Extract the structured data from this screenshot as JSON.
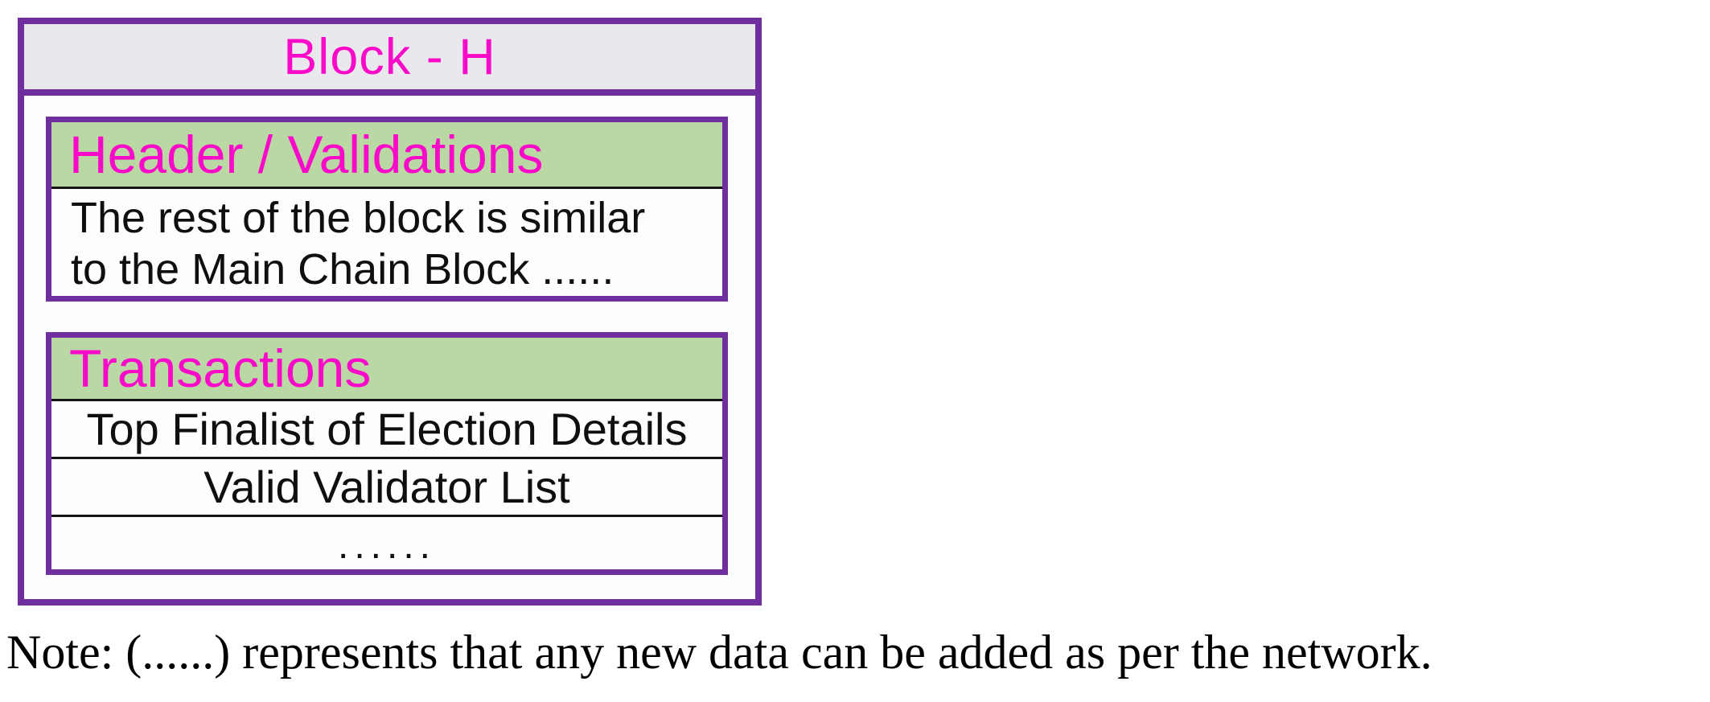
{
  "colors": {
    "purple": "#6f2f9e",
    "green": "#b9d8a4",
    "gray": "#e9e9ed",
    "magenta": "#fa0ac8",
    "ink": "#0f0f0f"
  },
  "block": {
    "title": "Block - H",
    "header_box": {
      "title": "Header / Validations",
      "body_line1": "The rest of the block is similar",
      "body_line2": "to the Main Chain Block ......"
    },
    "transactions_box": {
      "title": "Transactions",
      "rows": [
        "Top Finalist of Election Details",
        "Valid Validator List",
        "......"
      ]
    }
  },
  "note": {
    "text": "Note: (......) represents that any new data can be added as per the network."
  }
}
